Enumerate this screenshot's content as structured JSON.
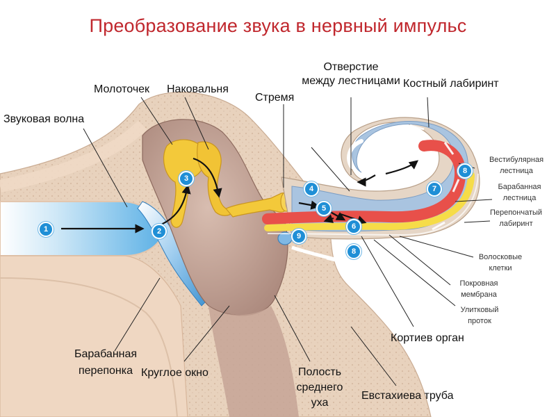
{
  "title": "Преобразование звука в нервный импульс",
  "labels": {
    "sound_wave": "Звуковая волна",
    "malleus": "Молоточек",
    "incus": "Наковальня",
    "stapes": "Стремя",
    "helicotrema_1": "Отверстие",
    "helicotrema_2": "между лестницами",
    "bony_labyrinth": "Костный лабиринт",
    "tympanic_membrane_1": "Барабанная",
    "tympanic_membrane_2": "перепонка",
    "round_window": "Круглое окно",
    "middle_ear_1": "Полость",
    "middle_ear_2": "среднего",
    "middle_ear_3": "уха",
    "eustachian_tube": "Евстахиева труба",
    "organ_of_corti": "Кортиев орган"
  },
  "small_labels": {
    "scala_vestibuli_1": "Вестибулярная",
    "scala_vestibuli_2": "лестница",
    "scala_tympani_1": "Барабанная",
    "scala_tympani_2": "лестница",
    "membranous_labyrinth_1": "Перепончатый",
    "membranous_labyrinth_2": "лабиринт",
    "hair_cells_1": "Волосковые",
    "hair_cells_2": "клетки",
    "tectorial_membrane_1": "Покровная",
    "tectorial_membrane_2": "мембрана",
    "cochlear_duct_1": "Улитковый",
    "cochlear_duct_2": "проток"
  },
  "steps": [
    "1",
    "2",
    "3",
    "4",
    "5",
    "6",
    "7",
    "8",
    "9",
    "8"
  ],
  "colors": {
    "title": "#c0272d",
    "step_badge": "#1f8fd6",
    "bone": "#e9d3bf",
    "middle_ear": "#c9a898",
    "ossicles": "#f3c93a",
    "cochlea_fluid": "#a9c4e0",
    "basilar_red": "#e8504a",
    "basilar_yellow": "#f6dc48",
    "ear_canal": "#9fd0f0"
  }
}
